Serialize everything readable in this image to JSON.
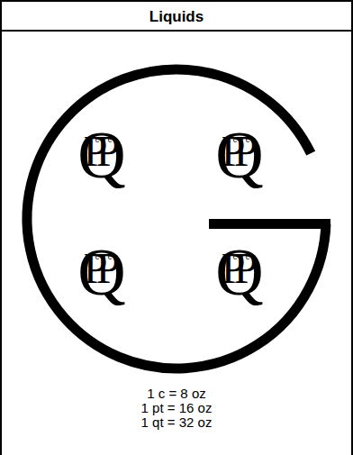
{
  "diagram": {
    "title": "Liquids",
    "labels": [
      "Q",
      "P",
      "P",
      "c",
      "c",
      "c",
      "c",
      "Q",
      "P",
      "P",
      "c",
      "c",
      "c",
      "c",
      "Q",
      "P",
      "P",
      "c",
      "c",
      "c",
      "c",
      "Q",
      "P",
      "P",
      "c",
      "c",
      "c",
      "c",
      "1 c = 8 oz",
      "1 pt = 16 oz",
      "1 qt = 32 oz"
    ]
  }
}
